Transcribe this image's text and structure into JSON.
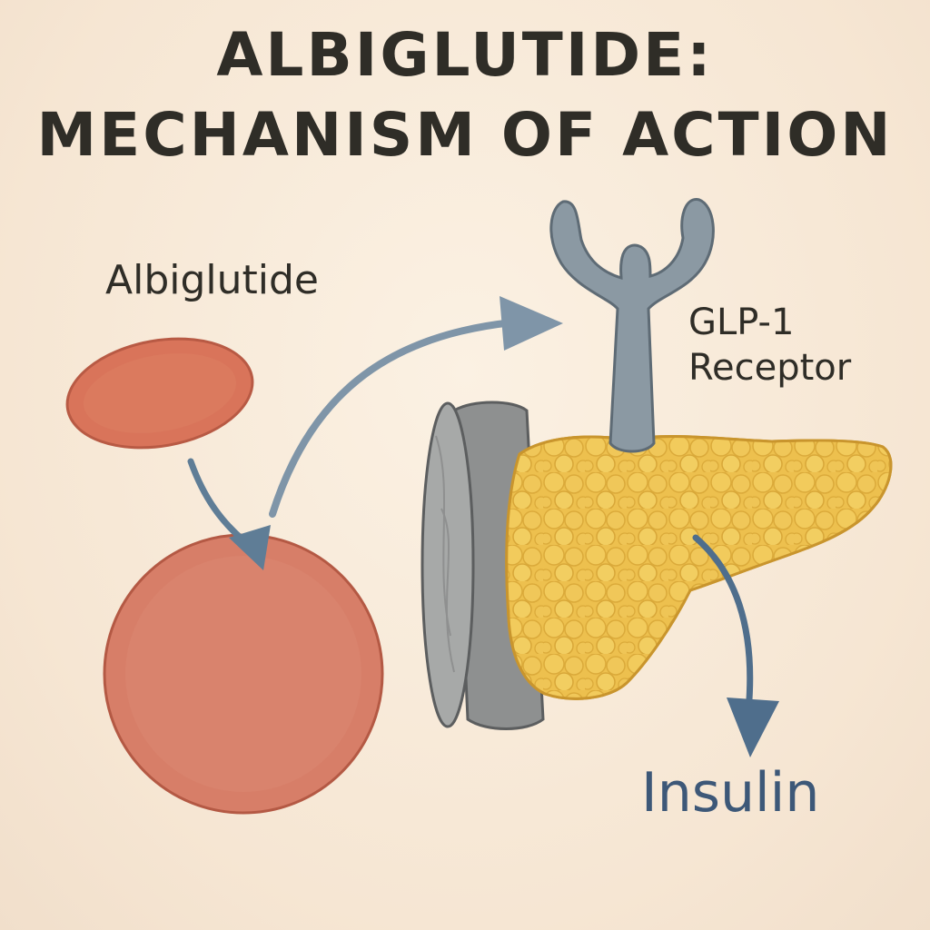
{
  "title": {
    "line1": "ALBIGLUTIDE:",
    "line2": "MECHANISM OF ACTION"
  },
  "labels": {
    "drug": "Albiglutide",
    "receptor_line1": "GLP-1",
    "receptor_line2": "Receptor",
    "output": "Insulin"
  },
  "colors": {
    "background": "#f8ead9",
    "title_text": "#2f2d27",
    "drug_oval": "#d9745a",
    "cell": "#d77e68",
    "receptor": "#8b99a3",
    "membrane": "#9a9c9b",
    "pancreas": "#edc04e",
    "arrow": "#5f7d96",
    "insulin_text": "#3d5878"
  }
}
